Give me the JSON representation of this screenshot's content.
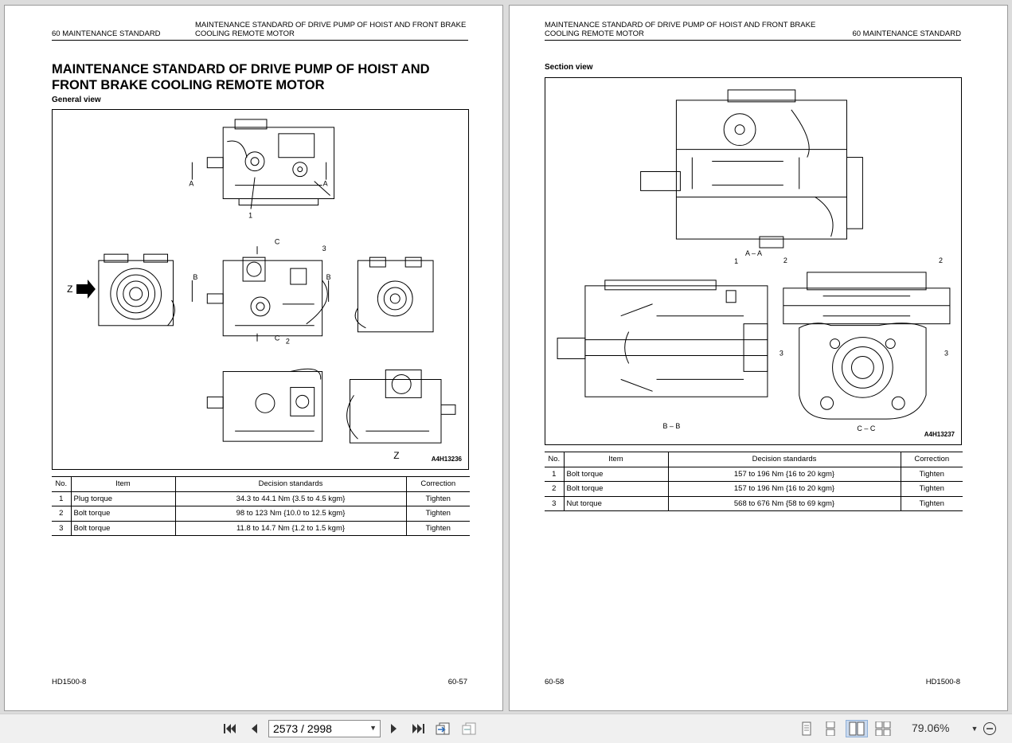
{
  "left_page": {
    "header_left": "60 MAINTENANCE STANDARD",
    "header_right_line1": "MAINTENANCE STANDARD OF DRIVE PUMP OF HOIST AND FRONT BRAKE",
    "header_right_line2": "COOLING REMOTE MOTOR",
    "title_line1": "MAINTENANCE STANDARD OF DRIVE PUMP OF HOIST AND",
    "title_line2": "FRONT BRAKE COOLING REMOTE MOTOR",
    "subtitle": "General view",
    "figure_code": "A4H13236",
    "callouts": {
      "a": "A",
      "b": "B",
      "c": "C",
      "z": "Z",
      "n1": "1",
      "n2": "2",
      "n3": "3"
    },
    "table": {
      "headers": [
        "No.",
        "Item",
        "Decision standards",
        "Correction"
      ],
      "rows": [
        [
          "1",
          "Plug torque",
          "34.3 to 44.1 Nm {3.5 to 4.5 kgm}",
          "Tighten"
        ],
        [
          "2",
          "Bolt torque",
          "98 to 123 Nm {10.0 to 12.5 kgm}",
          "Tighten"
        ],
        [
          "3",
          "Bolt torque",
          "11.8 to 14.7 Nm {1.2 to 1.5 kgm}",
          "Tighten"
        ]
      ]
    },
    "footer_left": "HD1500-8",
    "footer_right": "60-57"
  },
  "right_page": {
    "header_left_line1": "MAINTENANCE STANDARD OF DRIVE PUMP OF HOIST AND FRONT BRAKE",
    "header_left_line2": "COOLING REMOTE MOTOR",
    "header_right": "60 MAINTENANCE STANDARD",
    "subtitle": "Section view",
    "figure_code": "A4H13237",
    "section_labels": {
      "aa": "A – A",
      "bb": "B – B",
      "cc": "C – C"
    },
    "callouts": {
      "n1": "1",
      "n2": "2",
      "n3": "3"
    },
    "table": {
      "headers": [
        "No.",
        "Item",
        "Decision standards",
        "Correction"
      ],
      "rows": [
        [
          "1",
          "Bolt torque",
          "157 to 196 Nm {16 to 20 kgm}",
          "Tighten"
        ],
        [
          "2",
          "Bolt torque",
          "157 to 196 Nm {16 to 20 kgm}",
          "Tighten"
        ],
        [
          "3",
          "Nut torque",
          "568 to 676 Nm {58 to 69 kgm}",
          "Tighten"
        ]
      ]
    },
    "footer_left": "60-58",
    "footer_right": "HD1500-8"
  },
  "toolbar": {
    "page_indicator": "2573 / 2998",
    "zoom": "79.06%",
    "icons": [
      "first-page-icon",
      "prev-page-icon",
      "next-page-icon",
      "last-page-icon",
      "prev-view-icon",
      "next-view-icon",
      "single-page-icon",
      "continuous-page-icon",
      "facing-pages-icon",
      "continuous-facing-icon",
      "zoom-dropdown-icon",
      "zoom-out-icon"
    ]
  }
}
